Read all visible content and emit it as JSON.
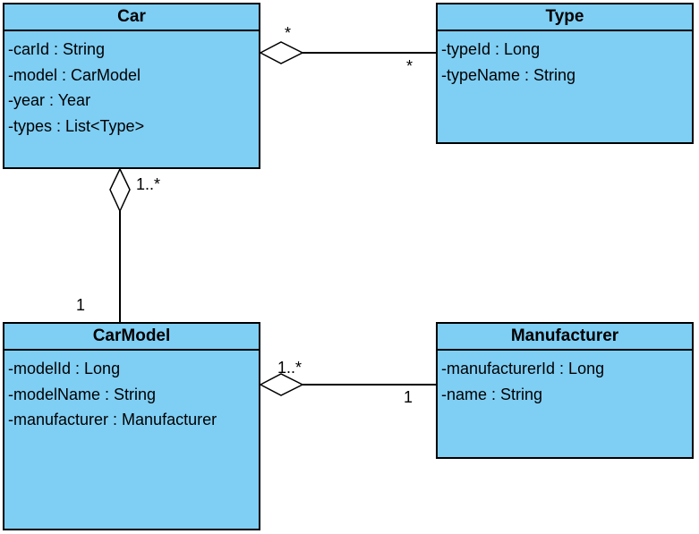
{
  "colors": {
    "class_fill": "#7fcef4",
    "border": "#000000",
    "line": "#000000"
  },
  "classes": {
    "car": {
      "name": "Car",
      "attributes": [
        "-carId : String",
        "-model : CarModel",
        "-year : Year",
        "-types : List<Type>"
      ]
    },
    "type": {
      "name": "Type",
      "attributes": [
        "-typeId : Long",
        "-typeName : String"
      ]
    },
    "carmodel": {
      "name": "CarModel",
      "attributes": [
        "-modelId : Long",
        "-modelName : String",
        "-manufacturer : Manufacturer"
      ]
    },
    "manufacturer": {
      "name": "Manufacturer",
      "attributes": [
        "-manufacturerId : Long",
        "-name : String"
      ]
    }
  },
  "associations": {
    "car_type": {
      "kind": "aggregation",
      "from": "Car",
      "to": "Type",
      "source_multiplicity": "*",
      "target_multiplicity": "*"
    },
    "car_carmodel": {
      "kind": "aggregation",
      "from": "Car",
      "to": "CarModel",
      "source_multiplicity": "1..*",
      "target_multiplicity": "1"
    },
    "carmodel_manufacturer": {
      "kind": "aggregation",
      "from": "CarModel",
      "to": "Manufacturer",
      "source_multiplicity": "1..*",
      "target_multiplicity": "1"
    }
  }
}
